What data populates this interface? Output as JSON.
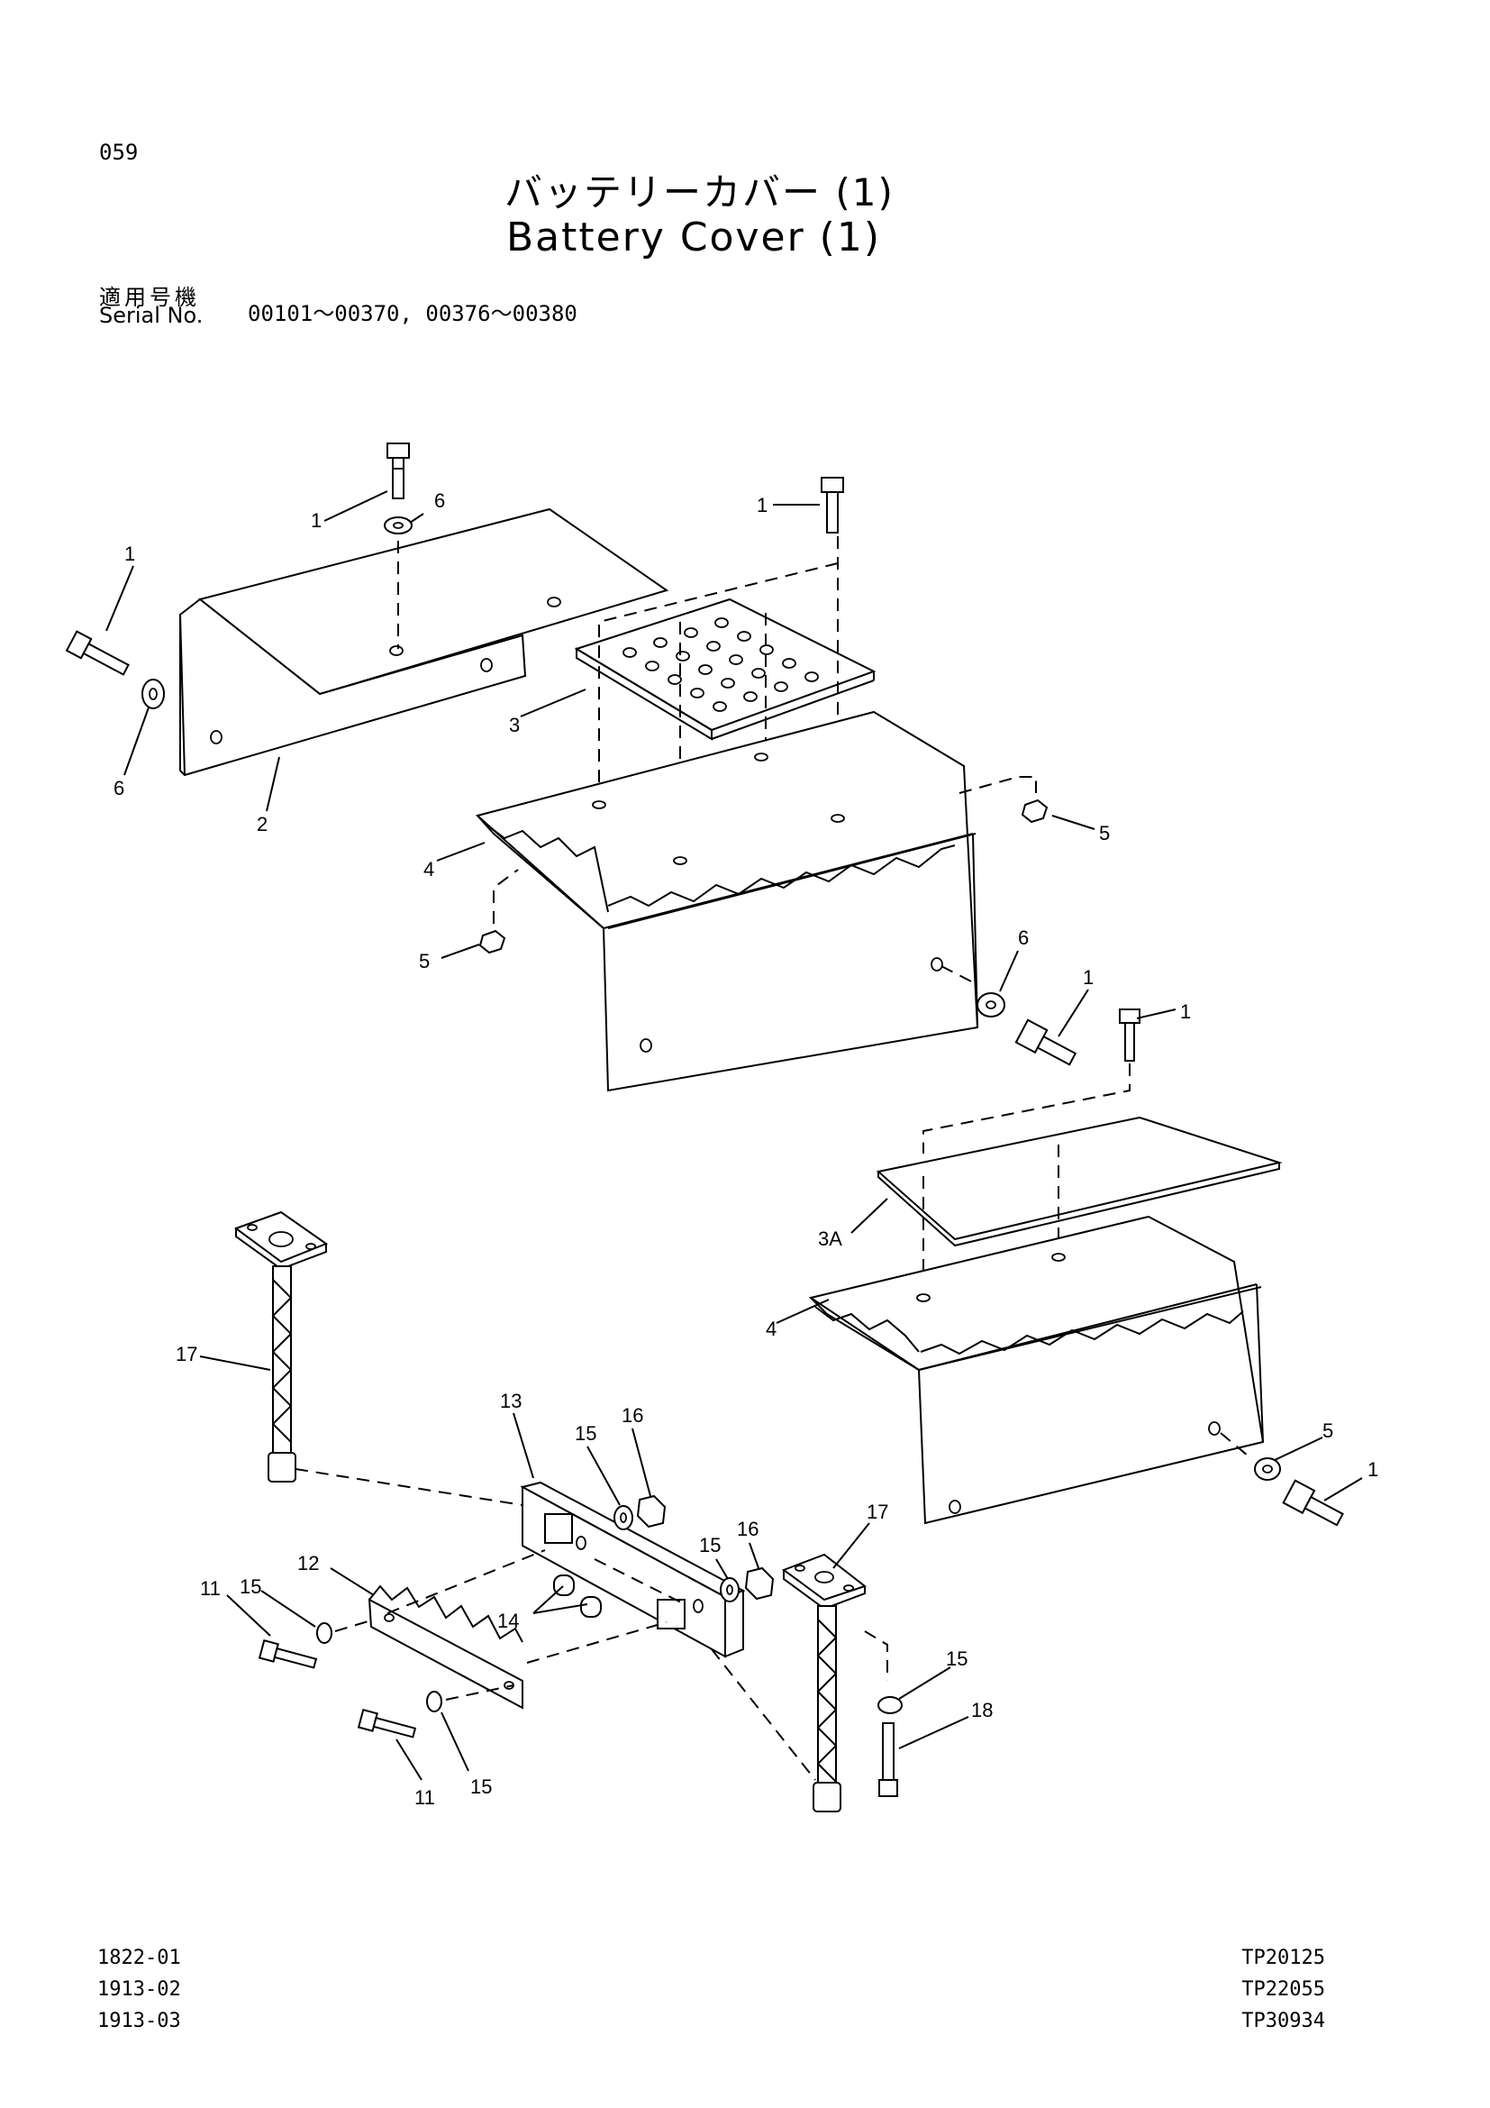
{
  "page": {
    "number": "059",
    "title_jp": "バッテリーカバー (1)",
    "title_en": "Battery Cover (1)"
  },
  "serial": {
    "label_jp": "適用号機",
    "label_en": "Serial No.",
    "range": "00101～00370, 00376～00380"
  },
  "callouts": {
    "c_1a": "1",
    "c_6a": "6",
    "c_1b": "1",
    "c_1c": "1",
    "c_6b": "6",
    "c_2": "2",
    "c_3": "3",
    "c_4a": "4",
    "c_5a": "5",
    "c_5b": "5",
    "c_6c": "6",
    "c_1d": "1",
    "c_1e": "1",
    "c_3A": "3A",
    "c_4b": "4",
    "c_5c": "5",
    "c_1f": "1",
    "c_17a": "17",
    "c_13": "13",
    "c_15a": "15",
    "c_16a": "16",
    "c_12": "12",
    "c_15b": "15",
    "c_11a": "11",
    "c_14": "14",
    "c_15c": "15",
    "c_16b": "16",
    "c_17b": "17",
    "c_15d": "15",
    "c_18": "18",
    "c_11b": "11",
    "c_15e": "15"
  },
  "footer": {
    "left": [
      "1822-01",
      "1913-02",
      "1913-03"
    ],
    "right": [
      "TP20125",
      "TP22055",
      "TP30934"
    ]
  }
}
